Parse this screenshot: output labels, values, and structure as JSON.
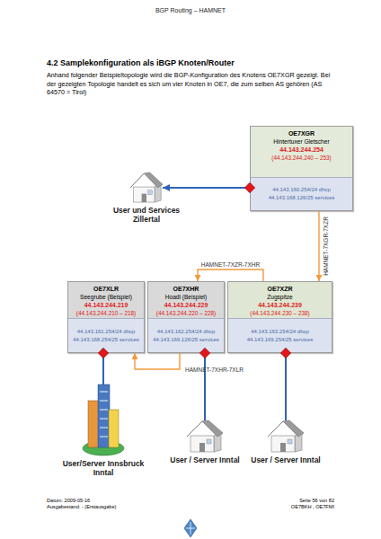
{
  "diagram": {
    "title": "4.2 Samplekonfiguration als iBGP Knoten/Router",
    "nodes": [
      {
        "text": [
          "OE7XGR",
          "Hintertuxer Gletscher",
          "44.143.244.254",
          "(44.143.244.240 – 253)"
        ]
      },
      {
        "text": [
          "44.143.160.254/24 dhcp",
          "44.143.168.126/25 services"
        ],
        "in": 0
      },
      {
        "text": [
          "User und Services Zillertal"
        ]
      },
      {
        "text": [
          "OE7XLR",
          "Seegrube (Beispiel)",
          "44.143.244.219",
          "(44.143.244.210 – 218)"
        ]
      },
      {
        "text": [
          "44.143.161.254/24 dhcp",
          "44.143.168.254/25 services"
        ],
        "in": 3
      },
      {
        "text": [
          "OE7XHR",
          "Hoadl (Beispiel)",
          "44.143.244.229",
          "(44.143.244.220 – 228)"
        ]
      },
      {
        "text": [
          "44.143.162.254/24 dhcp",
          "44.143.169.126/25 services"
        ],
        "in": 5
      },
      {
        "text": [
          "OE7XZR",
          "Zugspitze",
          "44.143.244.239",
          "(44.143.244.230 – 238)"
        ]
      },
      {
        "text": [
          "44.143.163.254/24 dhcp",
          "44.143.169.254/25 services"
        ],
        "in": 7
      },
      {
        "text": [
          "User/Server Innsbruck Inntal"
        ]
      },
      {
        "text": [
          "User / Server Inntal"
        ]
      },
      {
        "text": [
          "User / Server Inntal"
        ]
      }
    ],
    "edges": [
      {
        "from": 0,
        "to": 2,
        "arrow": "to"
      },
      {
        "from": 0,
        "to": 7,
        "label": "HAMNET-7XGR-7XZR",
        "arrow": "to"
      },
      {
        "from": 7,
        "to": 5,
        "label": "HAMNET-7XZR-7XHR",
        "arrow": "to"
      },
      {
        "from": 5,
        "to": 3,
        "label": "HAMNET-7XHR-7XLR",
        "arrow": "to"
      },
      {
        "from": 3,
        "to": 9,
        "arrow": "none"
      },
      {
        "from": 5,
        "to": 10,
        "arrow": "none"
      },
      {
        "from": 7,
        "to": 11,
        "arrow": "none"
      }
    ],
    "labels": [
      "BGP Routing – HAMNET",
      "Anhand folgender Beispieltopologie wird die BGP-Konfiguration des Knotens OE7XGR gezeigt. Bei der gezeigten Topologie handelt es sich um vier Knoten in OE7, die zum selben AS gehören (AS 64570 = Tirol)",
      "Datum: 2009-05-16",
      "Ausgabestand: - (Erstausgabe)",
      "Seite 56 von 82",
      "OE7BKH , OE7FMI"
    ]
  }
}
